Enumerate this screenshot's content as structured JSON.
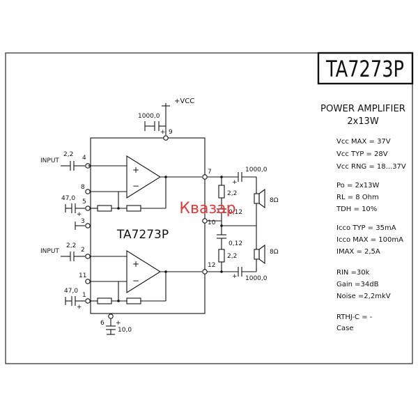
{
  "title": "TA7273P",
  "watermark": "Квазар",
  "watermark_color": "#e23a3a",
  "chip_label": "TA7273P",
  "specs": {
    "heading": "POWER AMPLIFIER",
    "power": "2x13W",
    "vcc_max": "Vcc MAX = 37V",
    "vcc_typ": "Vcc TYP = 28V",
    "vcc_rng": "Vcc RNG = 18...37V",
    "po": "Po = 2x13W",
    "rl": "RL = 8 Ohm",
    "tdh": "TDH = 10%",
    "icco_typ": "Icco TYP = 35mA",
    "icco_max": "Icco MAX = 100mA",
    "imax": "IMAX =   2,5A",
    "rin": "RIN  =30k",
    "gain": "Gain =34dB",
    "noise": "Noise =2,2mkV",
    "rthj": "RTHJ-C = -",
    "case": "Case"
  },
  "schematic": {
    "vcc_label": "+VCC",
    "cap_vcc": "1000,0",
    "input1": "INPUT",
    "input2": "INPUT",
    "cap_in1": "2,2",
    "cap_in2": "2,2",
    "cap_fb1": "47,0",
    "cap_fb2": "47,0",
    "cap_out1": "1000,0",
    "cap_out2": "1000,0",
    "res1": "2,2",
    "res2": "2,2",
    "cap_bs1": "0,12",
    "cap_bs2": "0,12",
    "cap_rip": "10,0",
    "speaker1": "8Ω",
    "speaker2": "8Ω",
    "pins": {
      "p1": "1",
      "p2": "2",
      "p3": "3",
      "p4": "4",
      "p5": "5",
      "p6": "6",
      "p7": "7",
      "p8": "8",
      "p9": "9",
      "p10": "10",
      "p11": "11",
      "p12": "12"
    }
  }
}
